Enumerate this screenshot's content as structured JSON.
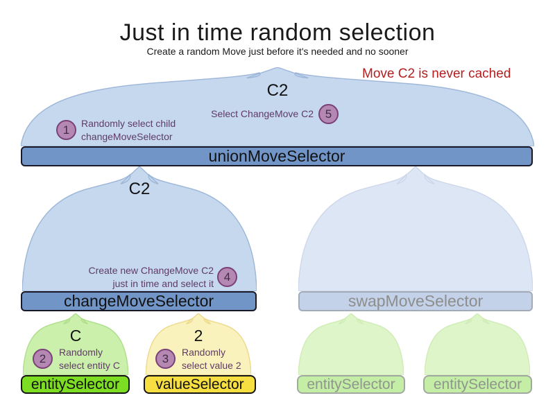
{
  "title": "Just in time random selection",
  "subtitle": "Create a random Move just before it's needed and no sooner",
  "note": {
    "text": "Move C2 is never cached",
    "color": "#b41e1e"
  },
  "flows": {
    "union_out": "C2",
    "change_out": "C2",
    "entity_out": "C",
    "value_out": "2"
  },
  "selectors": {
    "union": "unionMoveSelector",
    "change": "changeMoveSelector",
    "swap": "swapMoveSelector",
    "entity": "entitySelector",
    "value": "valueSelector",
    "faded_entity_left": "entitySelector",
    "faded_entity_right": "entitySelector"
  },
  "steps": {
    "s1": {
      "num": "1",
      "line1": "Randomly select child",
      "line2": "changeMoveSelector"
    },
    "s2": {
      "num": "2",
      "line1": "Randomly",
      "line2": "select entity C"
    },
    "s3": {
      "num": "3",
      "line1": "Randomly",
      "line2": "select value 2"
    },
    "s4": {
      "num": "4",
      "line1": "Create new ChangeMove C2",
      "line2": "just in time and select it"
    },
    "s5": {
      "num": "5",
      "line1": "Select ChangeMove C2"
    }
  },
  "colors": {
    "dome_blue": "#c5d8ee",
    "bar_blue": "#7295c7",
    "faded_dome_blue": "#dde6f4",
    "faded_bar_blue": "#c3d2e8",
    "dome_green": "#cbf0ab",
    "bar_green": "#7ddd22",
    "faded_dome_green": "#def5c9",
    "faded_bar_green": "#c4eda6",
    "dome_yellow": "#faf2bc",
    "bar_yellow": "#f8df41",
    "step_circle_fill": "#b588b3",
    "step_circle_border": "#7a4078",
    "annotation_text": "#5f3a66",
    "note_red": "#b41e1e"
  }
}
